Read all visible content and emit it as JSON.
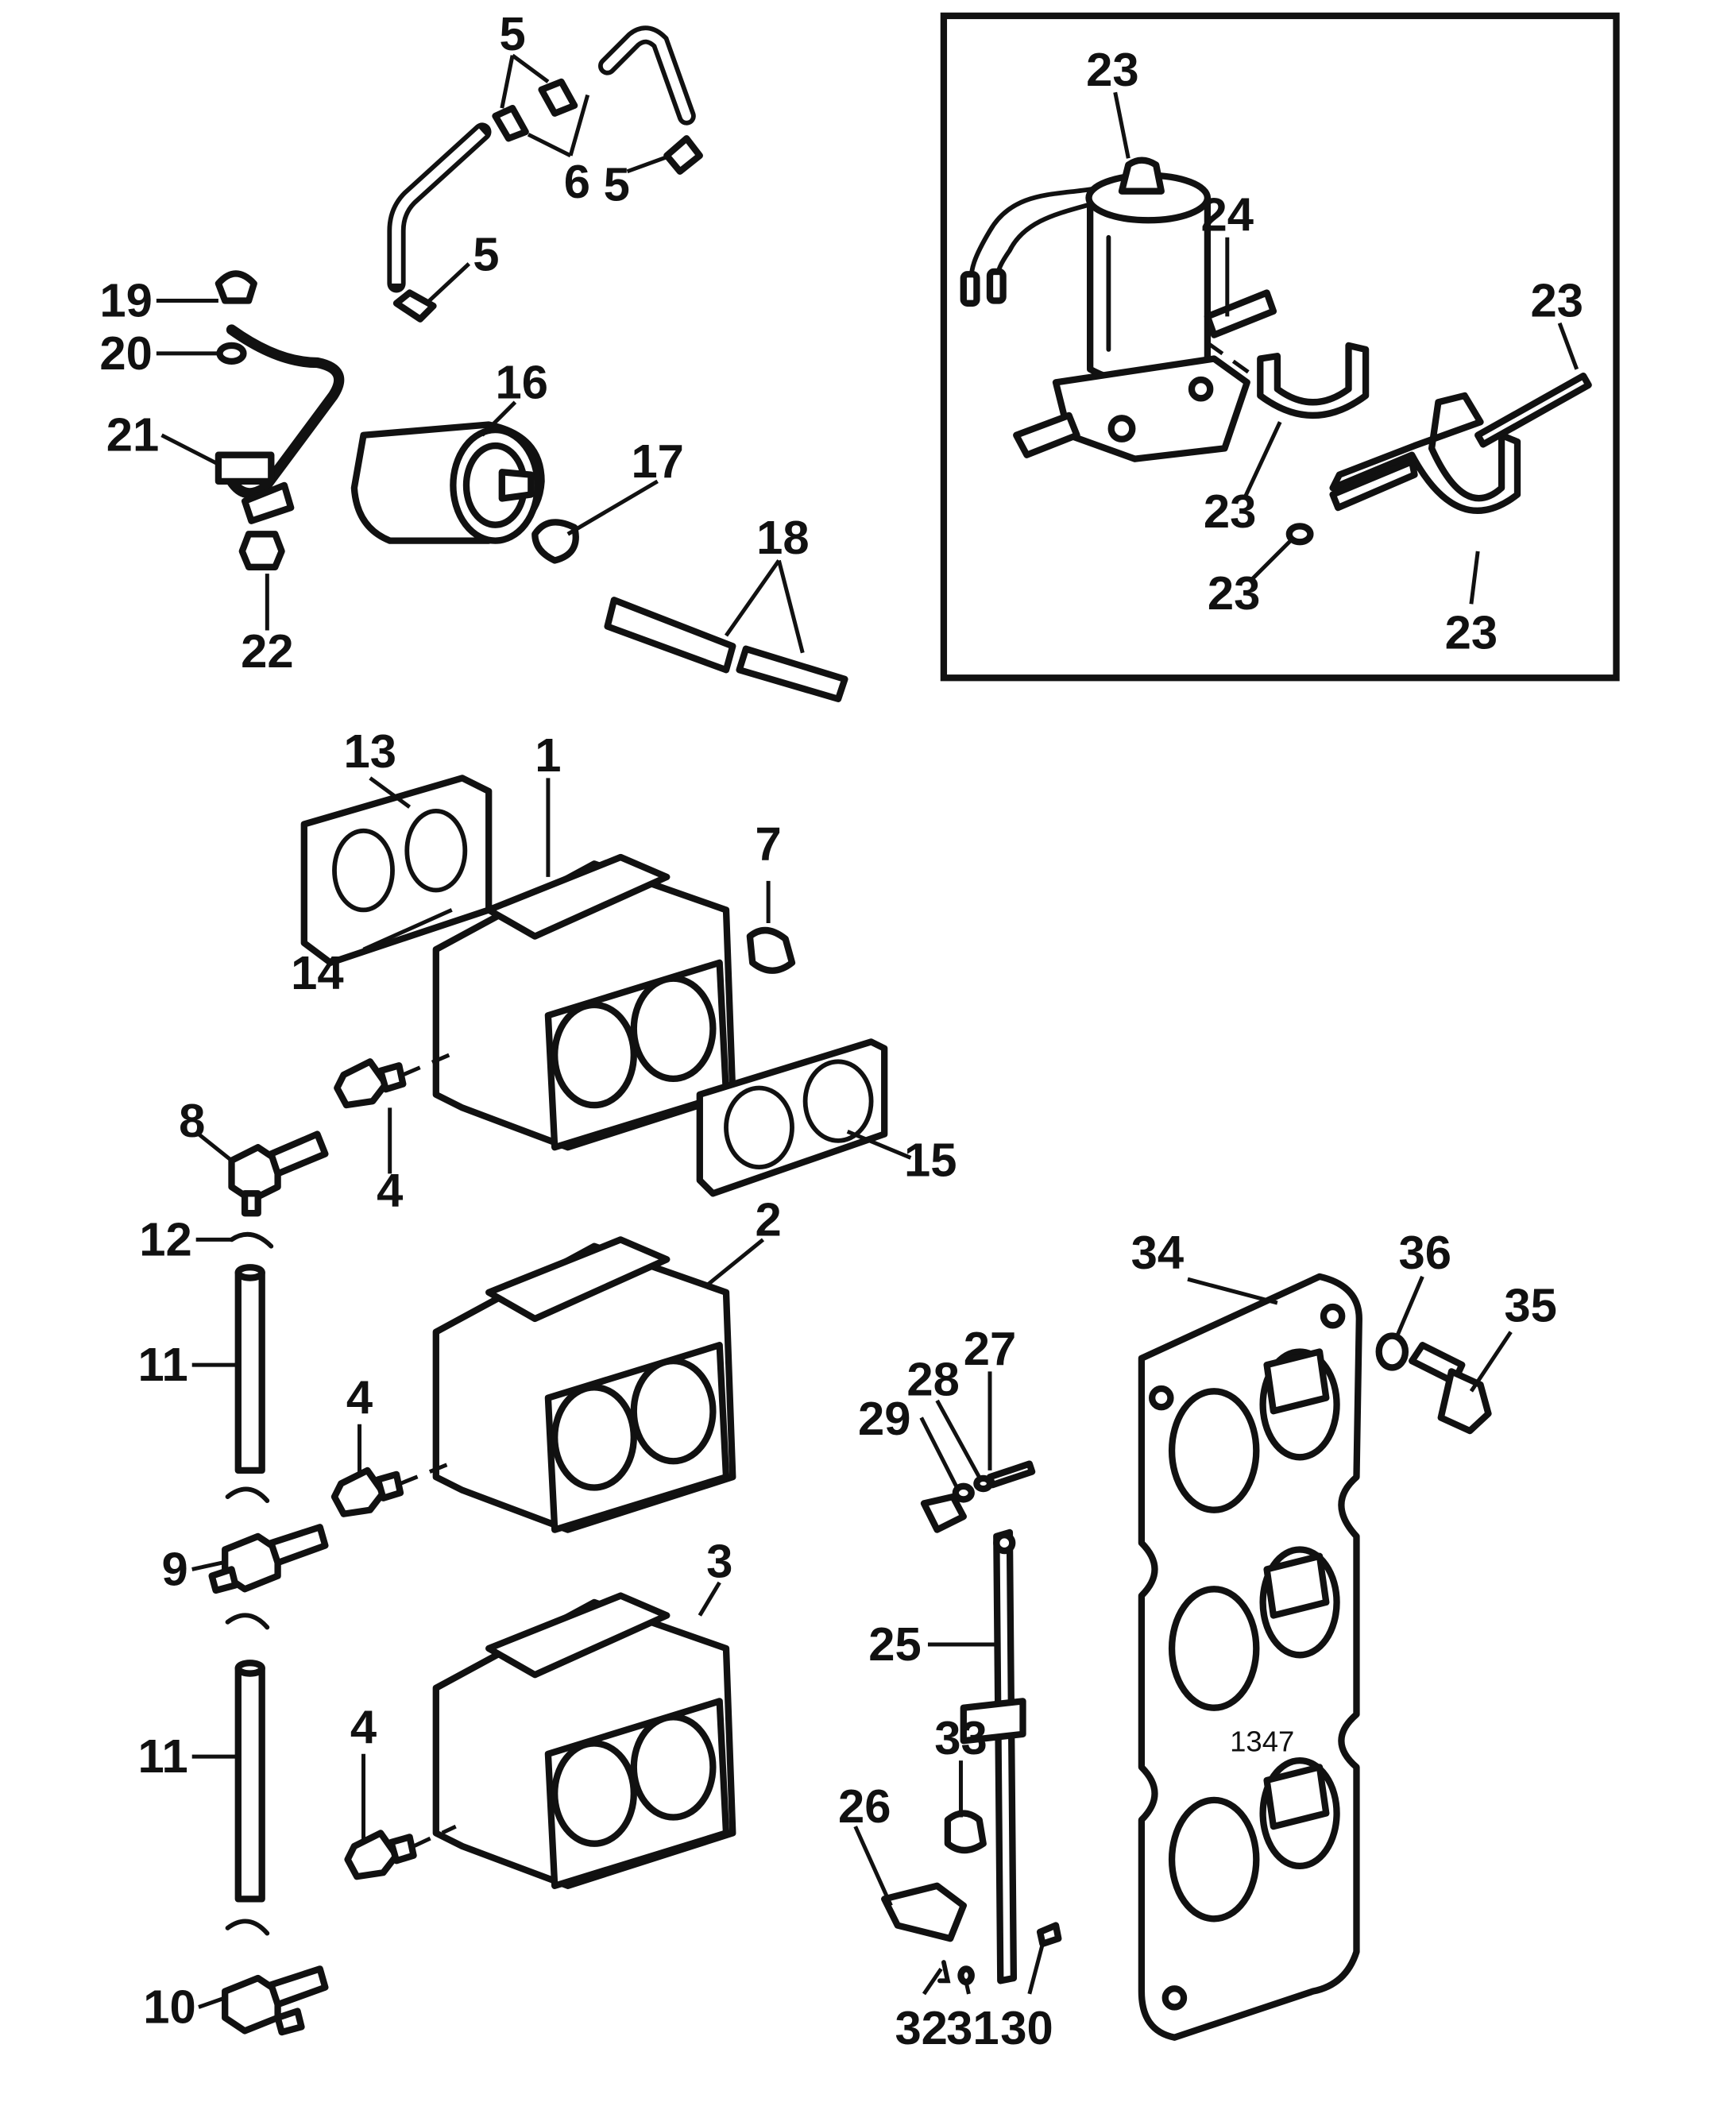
{
  "callouts": {
    "c1": "1",
    "c2": "2",
    "c3": "3",
    "c4": "4",
    "c5": "5",
    "c6": "6",
    "c7": "7",
    "c8": "8",
    "c9": "9",
    "c10": "10",
    "c11": "11",
    "c12": "12",
    "c13": "13",
    "c14": "14",
    "c15": "15",
    "c16": "16",
    "c17": "17",
    "c18": "18",
    "c19": "19",
    "c20": "20",
    "c21": "21",
    "c22": "22",
    "c23": "23",
    "c24": "24",
    "c25": "25",
    "c26": "26",
    "c27": "27",
    "c28": "28",
    "c29": "29",
    "c30": "30",
    "c31": "31",
    "c32": "32",
    "c33": "33",
    "c34": "34",
    "c35": "35",
    "c36": "36"
  },
  "manifold_stamp": "1347"
}
